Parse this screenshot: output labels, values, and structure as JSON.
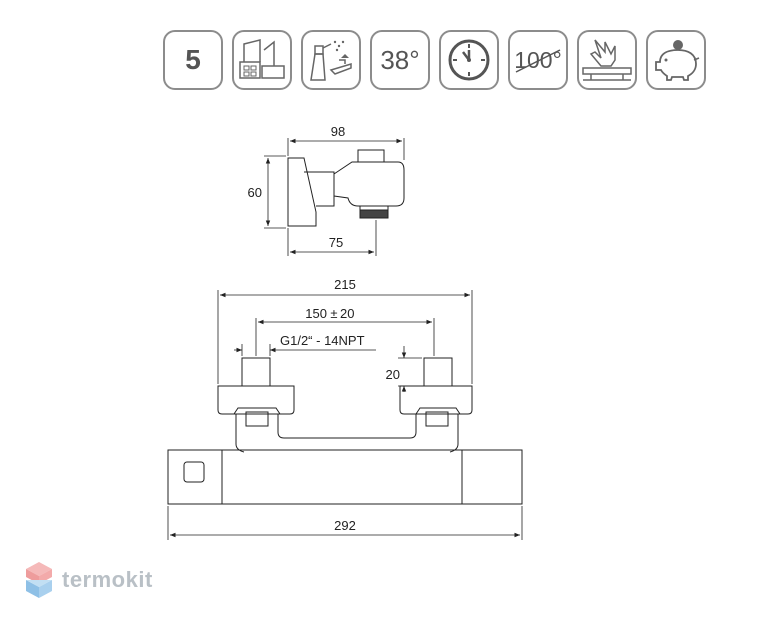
{
  "badges": {
    "warranty": "5",
    "temperature": "38°",
    "max_temperature": "100°"
  },
  "icons": [
    "warranty-badge",
    "bathtub-icon",
    "cleaning-spray-icon",
    "temperature-badge",
    "clock-icon",
    "max-temperature-badge",
    "safe-touch-icon",
    "piggy-bank-icon"
  ],
  "dimensions": {
    "side_width": "98",
    "side_height": "60",
    "side_depth": "75",
    "total_width": "215",
    "center_distance": "150",
    "center_tolerance": "20",
    "thread": "G1/2“ - 14NPT",
    "connector_height": "20",
    "body_length": "292"
  },
  "logo": {
    "text": "termokit"
  },
  "colors": {
    "line": "#222222",
    "badge_border": "#8c8c8c",
    "logo_top": "#f0a8a8",
    "logo_bottom": "#9ec8e8",
    "logo_text": "#b9c0c6"
  }
}
